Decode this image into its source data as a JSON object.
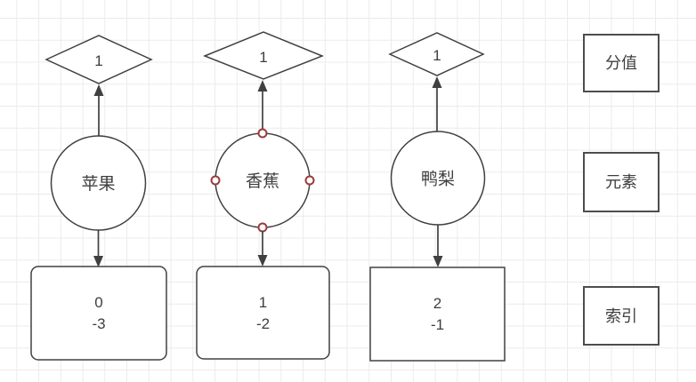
{
  "canvas": {
    "background": "#ffffff",
    "grid_color": "#ebebeb"
  },
  "colors": {
    "shape_stroke": "#404040",
    "legend_stroke": "#4d4d4d",
    "text": "#3e3e3e",
    "connection_point": "#993b3b"
  },
  "columns": [
    {
      "score": "1",
      "element": "苹果",
      "index_line1": "0",
      "index_line2": "-3",
      "selected": false
    },
    {
      "score": "1",
      "element": "香蕉",
      "index_line1": "1",
      "index_line2": "-2",
      "selected": true
    },
    {
      "score": "1",
      "element": "鸭梨",
      "index_line1": "2",
      "index_line2": "-1",
      "selected": false
    }
  ],
  "legend": [
    {
      "label": "分值"
    },
    {
      "label": "元素"
    },
    {
      "label": "索引"
    }
  ]
}
